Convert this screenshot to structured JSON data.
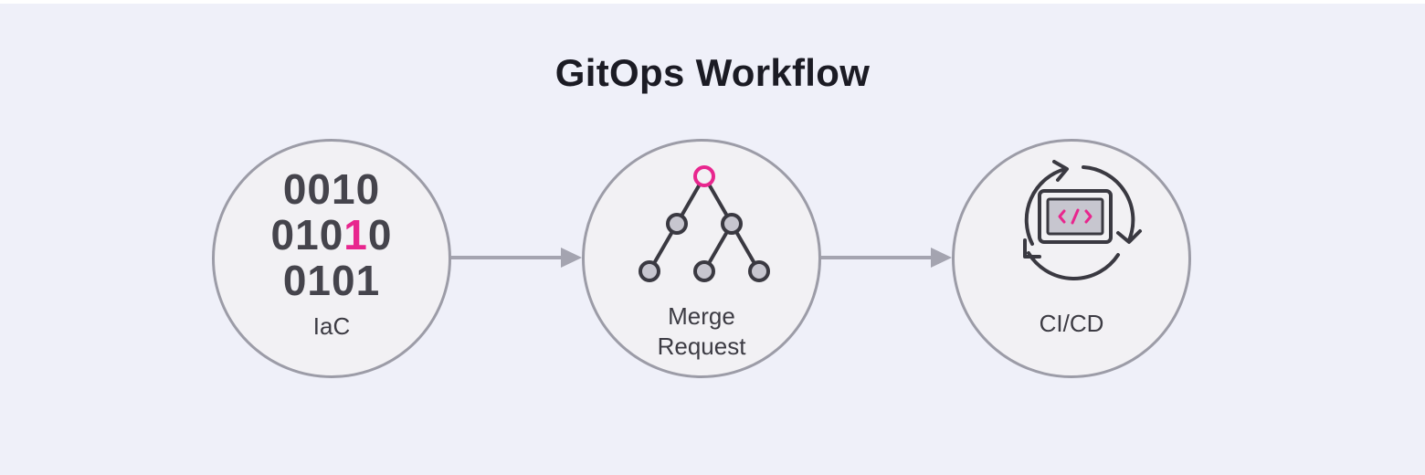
{
  "title": "GitOps Workflow",
  "nodes": [
    {
      "label": "IaC",
      "binary": [
        {
          "before": "0010",
          "highlight": "",
          "after": ""
        },
        {
          "before": "010",
          "highlight": "1",
          "after": "0"
        },
        {
          "before": "0101",
          "highlight": "",
          "after": ""
        }
      ]
    },
    {
      "label_line1": "Merge",
      "label_line2": "Request"
    },
    {
      "label": "CI/CD"
    }
  ],
  "colors": {
    "background": "#eff0f9",
    "node_fill": "#f2f1f4",
    "node_border": "#9c9ca7",
    "icon_dark": "#3a3941",
    "accent": "#e8268e",
    "arrow": "#a4a4b0"
  },
  "icons": [
    "branch-tree-icon",
    "code-window-icon",
    "refresh-cycle-icon",
    "arrow-right-icon"
  ]
}
